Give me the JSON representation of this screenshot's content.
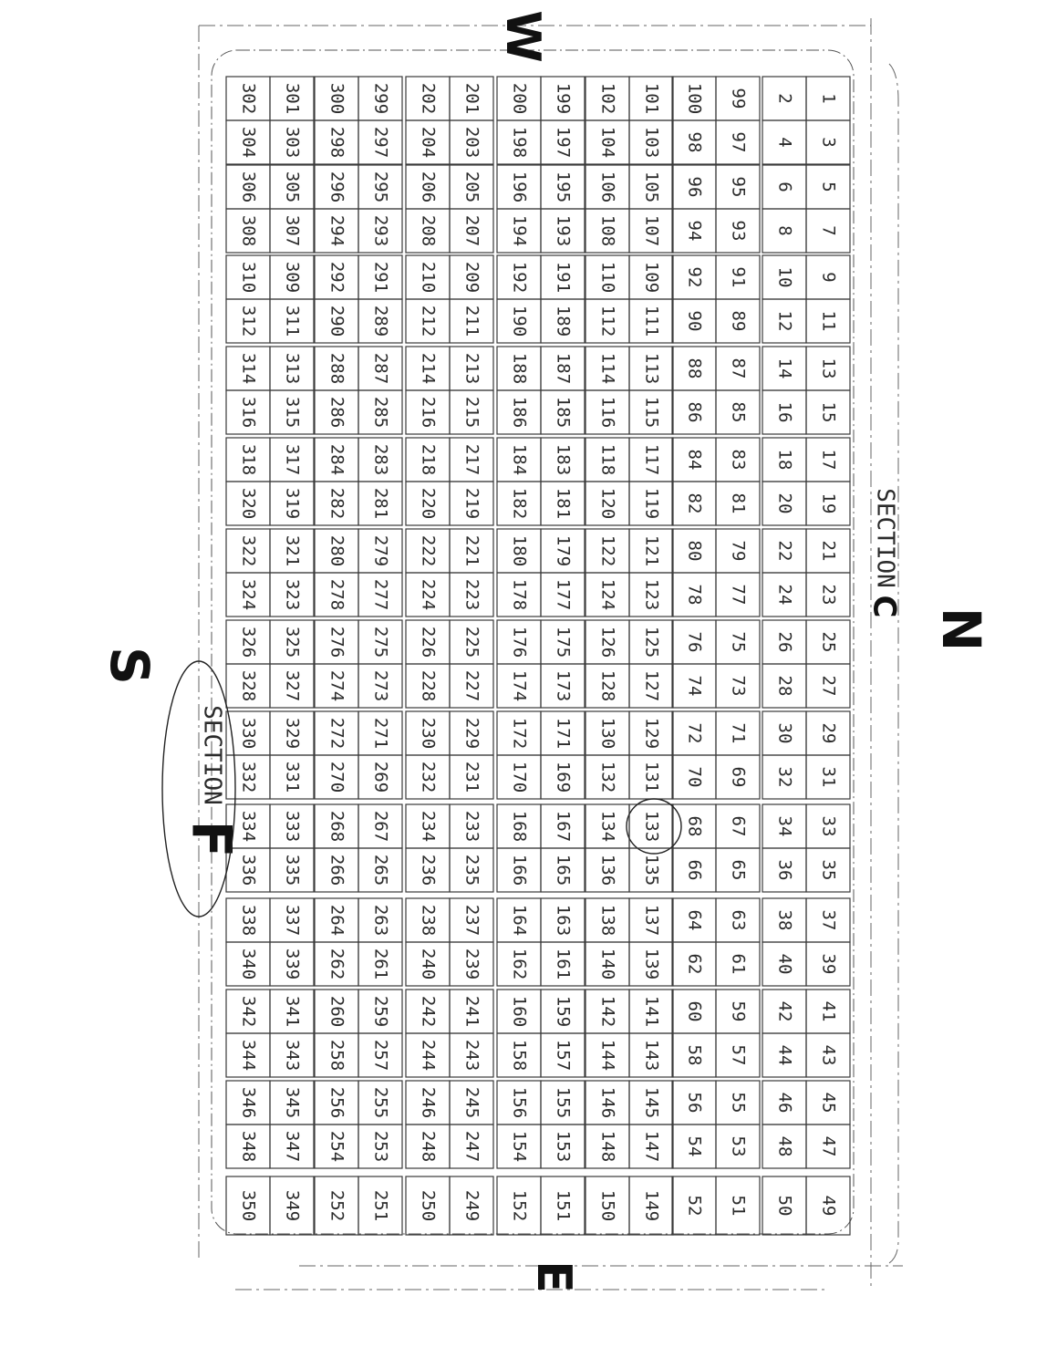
{
  "map": {
    "compass": {
      "west": "W",
      "east": "E",
      "north": "N",
      "south": "S"
    },
    "section_north": {
      "label": "SECTION",
      "letter": "C"
    },
    "section_south": {
      "label": "SECTION",
      "letter": "F"
    },
    "marked_lot": "133",
    "lots": [
      [
        "1",
        "2",
        "3",
        "4"
      ],
      [
        "5",
        "6",
        "7",
        "8"
      ],
      [
        "9",
        "10",
        "11",
        "12"
      ],
      [
        "13",
        "14",
        "15",
        "16"
      ],
      [
        "17",
        "18",
        "19",
        "20"
      ],
      [
        "21",
        "22",
        "23",
        "24"
      ],
      [
        "25",
        "26",
        "27",
        "28"
      ],
      [
        "29",
        "30",
        "31",
        "32"
      ],
      [
        "33",
        "34",
        "35",
        "36"
      ],
      [
        "37",
        "38",
        "39",
        "40"
      ],
      [
        "41",
        "42",
        "43",
        "44"
      ],
      [
        "45",
        "46",
        "47",
        "48"
      ],
      [
        "49",
        "50"
      ],
      [
        "99",
        "100",
        "97",
        "98"
      ],
      [
        "95",
        "96",
        "93",
        "94"
      ],
      [
        "91",
        "92",
        "89",
        "90"
      ],
      [
        "87",
        "88",
        "85",
        "86"
      ],
      [
        "83",
        "84",
        "81",
        "82"
      ],
      [
        "79",
        "80",
        "77",
        "78"
      ],
      [
        "75",
        "76",
        "73",
        "74"
      ],
      [
        "71",
        "72",
        "69",
        "70"
      ],
      [
        "67",
        "68",
        "65",
        "66"
      ],
      [
        "63",
        "64",
        "61",
        "62"
      ],
      [
        "59",
        "60",
        "57",
        "58"
      ],
      [
        "55",
        "56",
        "53",
        "54"
      ],
      [
        "51",
        "52"
      ],
      [
        "101",
        "102",
        "103",
        "104"
      ],
      [
        "105",
        "106",
        "107",
        "108"
      ],
      [
        "109",
        "110",
        "111",
        "112"
      ],
      [
        "113",
        "114",
        "115",
        "116"
      ],
      [
        "117",
        "118",
        "119",
        "120"
      ],
      [
        "121",
        "122",
        "123",
        "124"
      ],
      [
        "125",
        "126",
        "127",
        "128"
      ],
      [
        "129",
        "130",
        "131",
        "132"
      ],
      [
        "133",
        "134",
        "135",
        "136"
      ],
      [
        "137",
        "138",
        "139",
        "140"
      ],
      [
        "141",
        "142",
        "143",
        "144"
      ],
      [
        "145",
        "146",
        "147",
        "148"
      ],
      [
        "149",
        "150"
      ],
      [
        "199",
        "200",
        "197",
        "198"
      ],
      [
        "195",
        "196",
        "193",
        "194"
      ],
      [
        "191",
        "192",
        "189",
        "190"
      ],
      [
        "187",
        "188",
        "185",
        "186"
      ],
      [
        "183",
        "184",
        "181",
        "182"
      ],
      [
        "179",
        "180",
        "177",
        "178"
      ],
      [
        "175",
        "176",
        "173",
        "174"
      ],
      [
        "171",
        "172",
        "169",
        "170"
      ],
      [
        "167",
        "168",
        "165",
        "166"
      ],
      [
        "163",
        "164",
        "161",
        "162"
      ],
      [
        "159",
        "160",
        "157",
        "158"
      ],
      [
        "155",
        "156",
        "153",
        "154"
      ],
      [
        "151",
        "152"
      ],
      [
        "201",
        "202",
        "203",
        "204"
      ],
      [
        "205",
        "206",
        "207",
        "208"
      ],
      [
        "209",
        "210",
        "211",
        "212"
      ],
      [
        "213",
        "214",
        "215",
        "216"
      ],
      [
        "217",
        "218",
        "219",
        "220"
      ],
      [
        "221",
        "222",
        "223",
        "224"
      ],
      [
        "225",
        "226",
        "227",
        "228"
      ],
      [
        "229",
        "230",
        "231",
        "232"
      ],
      [
        "233",
        "234",
        "235",
        "236"
      ],
      [
        "237",
        "238",
        "239",
        "240"
      ],
      [
        "241",
        "242",
        "243",
        "244"
      ],
      [
        "245",
        "246",
        "247",
        "248"
      ],
      [
        "249",
        "250"
      ],
      [
        "299",
        "300",
        "297",
        "298"
      ],
      [
        "295",
        "296",
        "293",
        "294"
      ],
      [
        "291",
        "292",
        "289",
        "290"
      ],
      [
        "287",
        "288",
        "285",
        "286"
      ],
      [
        "283",
        "284",
        "281",
        "282"
      ],
      [
        "279",
        "280",
        "277",
        "278"
      ],
      [
        "275",
        "276",
        "273",
        "274"
      ],
      [
        "271",
        "272",
        "269",
        "270"
      ],
      [
        "267",
        "268",
        "265",
        "266"
      ],
      [
        "263",
        "264",
        "261",
        "262"
      ],
      [
        "259",
        "260",
        "257",
        "258"
      ],
      [
        "255",
        "256",
        "253",
        "254"
      ],
      [
        "251",
        "252"
      ],
      [
        "301",
        "302",
        "303",
        "304"
      ],
      [
        "305",
        "306",
        "307",
        "308"
      ],
      [
        "309",
        "310",
        "311",
        "312"
      ],
      [
        "313",
        "314",
        "315",
        "316"
      ],
      [
        "317",
        "318",
        "319",
        "320"
      ],
      [
        "321",
        "322",
        "323",
        "324"
      ],
      [
        "325",
        "326",
        "327",
        "328"
      ],
      [
        "329",
        "330",
        "331",
        "332"
      ],
      [
        "333",
        "334",
        "335",
        "336"
      ],
      [
        "337",
        "338",
        "339",
        "340"
      ],
      [
        "341",
        "342",
        "343",
        "344"
      ],
      [
        "345",
        "346",
        "347",
        "348"
      ],
      [
        "349",
        "350"
      ]
    ]
  }
}
